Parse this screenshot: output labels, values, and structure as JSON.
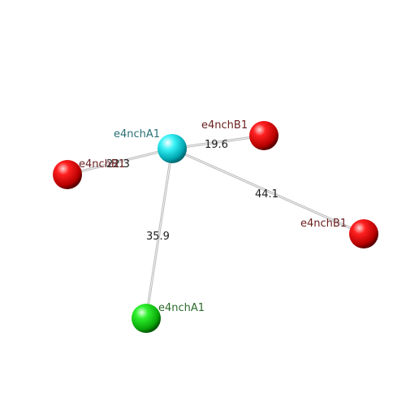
{
  "nodes": {
    "center": {
      "label": "e4nchA1",
      "color": "#2a6f74"
    },
    "b_top": {
      "label": "e4nchB1",
      "color": "#6b2020"
    },
    "b_left": {
      "label": "e4nchB1",
      "color": "#6b2020"
    },
    "b_right": {
      "label": "e4nchB1",
      "color": "#6b2020"
    },
    "a_bottom": {
      "label": "e4nchA1",
      "color": "#2b6a2b"
    }
  },
  "edges": {
    "center_b_top": {
      "distance": "19.6"
    },
    "center_b_left": {
      "distance": "22.3"
    },
    "center_b_right": {
      "distance": "44.1"
    },
    "center_a_bottom": {
      "distance": "35.9"
    }
  },
  "colors": {
    "cyan": "#00e5ef",
    "red": "#e00000",
    "green": "#17d417",
    "bond": "#c8c8c8"
  }
}
